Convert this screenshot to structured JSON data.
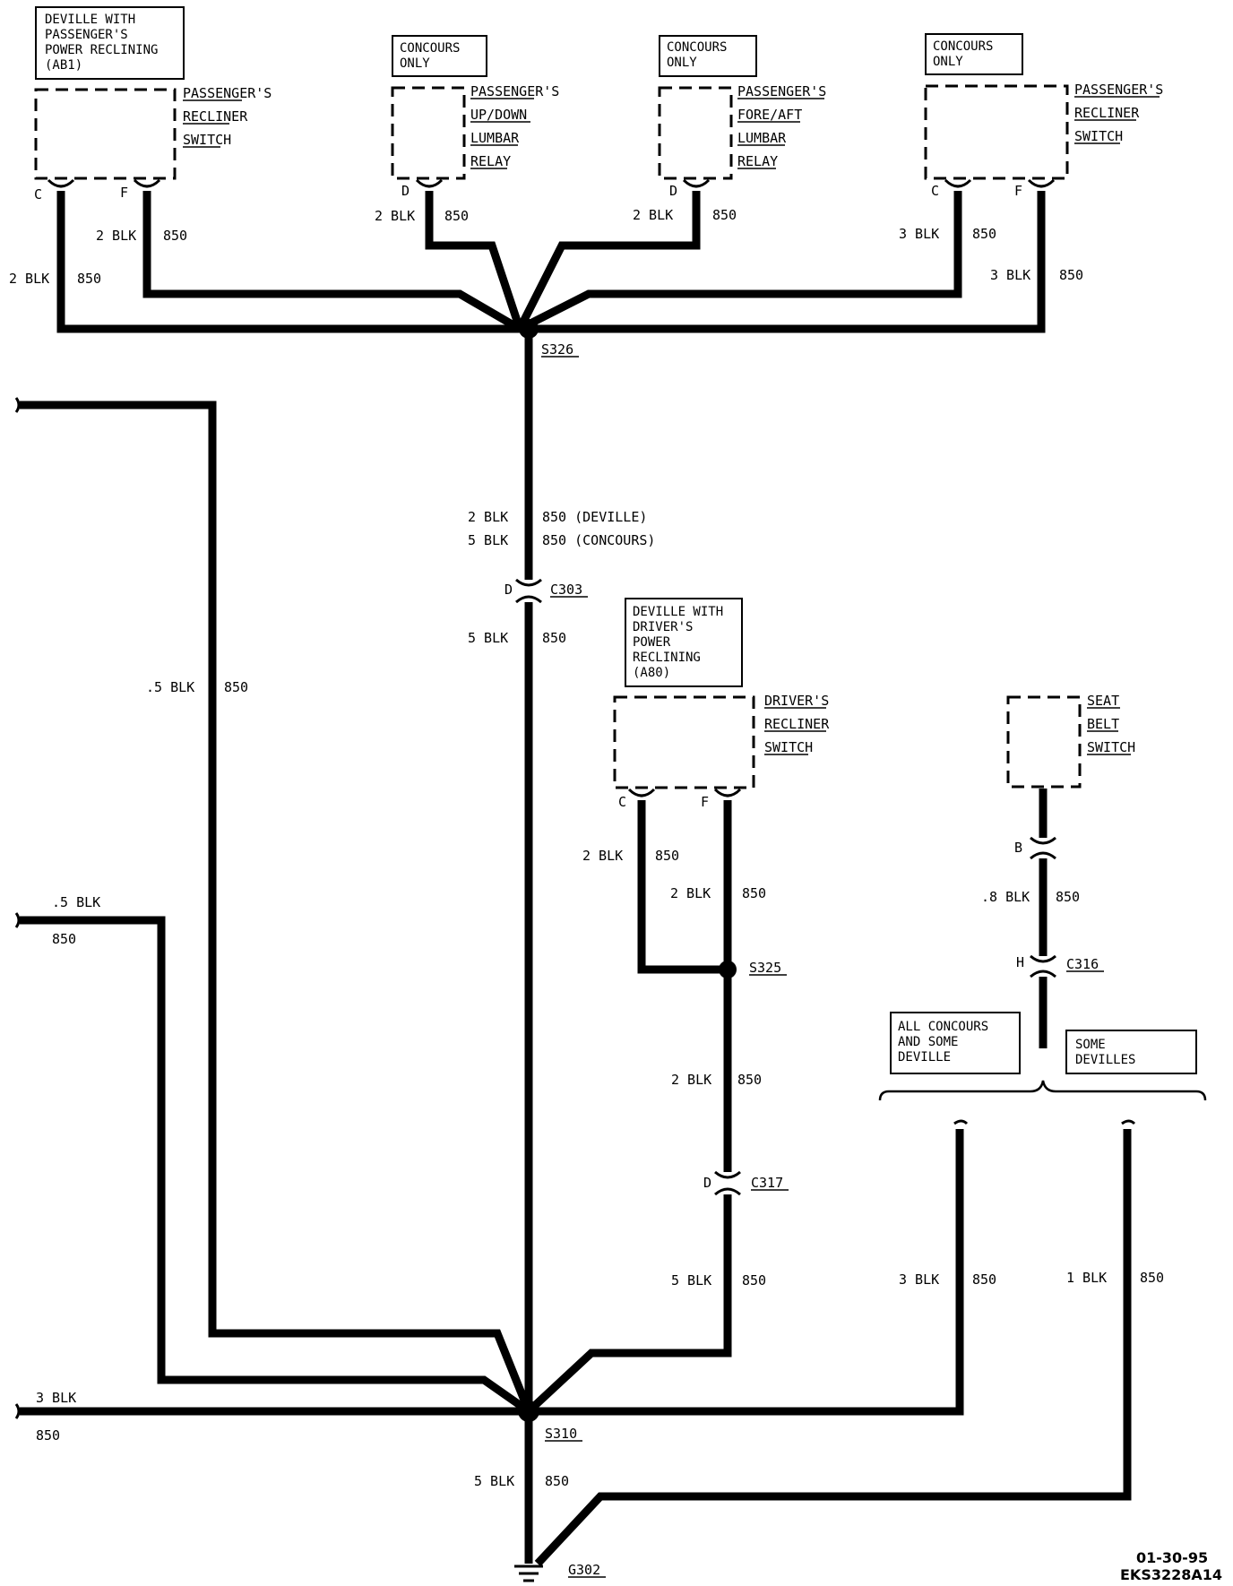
{
  "options": {
    "deville_pass": [
      "DEVILLE WITH",
      "PASSENGER'S",
      "POWER RECLINING",
      "(AB1)"
    ],
    "concours_1": [
      "CONCOURS",
      "ONLY"
    ],
    "concours_2": [
      "CONCOURS",
      "ONLY"
    ],
    "concours_3": [
      "CONCOURS",
      "ONLY"
    ],
    "deville_driver": [
      "DEVILLE WITH",
      "DRIVER'S",
      "POWER",
      "RECLINING",
      "(A80)"
    ],
    "all_concours": [
      "ALL CONCOURS",
      "AND SOME",
      "DEVILLE"
    ],
    "some_devilles": [
      "SOME",
      "DEVILLES"
    ]
  },
  "components": {
    "pass_recliner_1": [
      "PASSENGER'S",
      "RECLINER",
      "SWITCH"
    ],
    "updown_lumbar": [
      "PASSENGER'S",
      "UP/DOWN",
      "LUMBAR",
      "RELAY"
    ],
    "foreaft_lumbar": [
      "PASSENGER'S",
      "FORE/AFT",
      "LUMBAR",
      "RELAY"
    ],
    "pass_recliner_2": [
      "PASSENGER'S",
      "RECLINER",
      "SWITCH"
    ],
    "driver_recliner": [
      "DRIVER'S",
      "RECLINER",
      "SWITCH"
    ],
    "seat_belt": [
      "SEAT",
      "BELT",
      "SWITCH"
    ]
  },
  "pins": {
    "c": "C",
    "f": "F",
    "d": "D",
    "b": "B",
    "h": "H"
  },
  "wires": {
    "w1_size": "2 BLK",
    "w1_ckt": "850",
    "w2_size": "2 BLK",
    "w2_ckt": "850",
    "w3_size": "2 BLK",
    "w3_ckt": "850",
    "w4_size": "2 BLK",
    "w4_ckt": "850",
    "w5_size": "3 BLK",
    "w5_ckt": "850",
    "w6_size": "3 BLK",
    "w6_ckt": "850",
    "main_a_size": "2 BLK",
    "main_a_ckt": "850 (DEVILLE)",
    "main_b_size": "5 BLK",
    "main_b_ckt": "850 (CONCOURS)",
    "main_c_size": "5 BLK",
    "main_c_ckt": "850",
    "left1_size": ".5 BLK",
    "left1_ckt": "850",
    "left2_size": ".5 BLK",
    "left2_ckt": "850",
    "left3_size": "3 BLK",
    "left3_ckt": "850",
    "drv_c_size": "2 BLK",
    "drv_c_ckt": "850",
    "drv_f_size": "2 BLK",
    "drv_f_ckt": "850",
    "drv_s325_size": "2 BLK",
    "drv_s325_ckt": "850",
    "drv_c317_size": "5 BLK",
    "drv_c317_ckt": "850",
    "belt_size": ".8 BLK",
    "belt_ckt": "850",
    "some_size_1": "3 BLK",
    "some_ckt_1": "850",
    "some_size_2": "1 BLK",
    "some_ckt_2": "850",
    "ground_size": "5 BLK",
    "ground_ckt": "850"
  },
  "splices": {
    "s326": "S326",
    "s325": "S325",
    "s310": "S310"
  },
  "connectors": {
    "c303": "C303",
    "c317": "C317",
    "c316": "C316"
  },
  "ground": "G302",
  "footer": {
    "date": "01-30-95",
    "code": "EKS3228A14"
  }
}
